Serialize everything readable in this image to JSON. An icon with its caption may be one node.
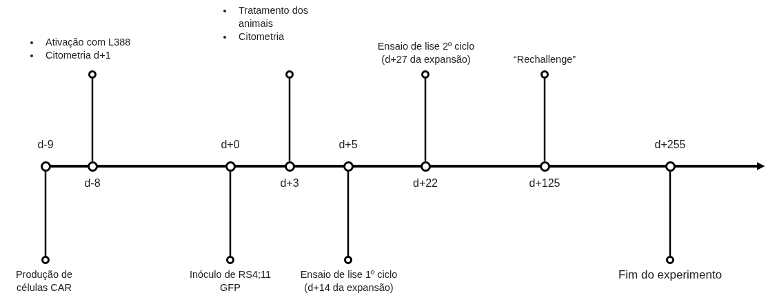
{
  "diagram": {
    "nodes": [
      {
        "text": [],
        "shape": "circle",
        "beside": [
          "d-9"
        ]
      },
      {
        "text": [],
        "shape": "circle",
        "beside": [
          "d-8"
        ]
      },
      {
        "text": [],
        "shape": "circle",
        "beside": [
          "d+0"
        ]
      },
      {
        "text": [],
        "shape": "circle",
        "beside": [
          "d+3"
        ]
      },
      {
        "text": [],
        "shape": "circle",
        "beside": [
          "d+5"
        ]
      },
      {
        "text": [],
        "shape": "circle",
        "beside": [
          "d+22"
        ]
      },
      {
        "text": [],
        "shape": "circle",
        "beside": [
          "d+125"
        ]
      },
      {
        "text": [],
        "shape": "circle",
        "beside": [
          "d+255"
        ]
      },
      {
        "text": [
          "Produção de células CAR"
        ]
      },
      {
        "text": [
          "Ativação com L388",
          "Citometria d+1"
        ]
      },
      {
        "text": [
          "Inóculo de RS4;11 GFP"
        ]
      },
      {
        "text": [
          "Tratamento dos animais",
          "Citometria"
        ]
      },
      {
        "text": [
          "Ensaio de lise 1º ciclo (d+14 da expansão)"
        ]
      },
      {
        "text": [
          "Ensaio de lise 2º ciclo (d+27 da expansão)"
        ]
      },
      {
        "text": [
          "“Rechallenge”"
        ]
      },
      {
        "text": [
          "Fim do experimento"
        ]
      }
    ],
    "edges": [
      {
        "from": 0,
        "to": 8,
        "arrow": "other"
      },
      {
        "from": 1,
        "to": 9,
        "arrow": "other"
      },
      {
        "from": 2,
        "to": 10,
        "arrow": "other"
      },
      {
        "from": 3,
        "to": 11,
        "arrow": "other"
      },
      {
        "from": 4,
        "to": 12,
        "arrow": "other"
      },
      {
        "from": 5,
        "to": 13,
        "arrow": "other"
      },
      {
        "from": 6,
        "to": 14,
        "arrow": "other"
      },
      {
        "from": 7,
        "to": 15,
        "arrow": "other"
      }
    ]
  }
}
